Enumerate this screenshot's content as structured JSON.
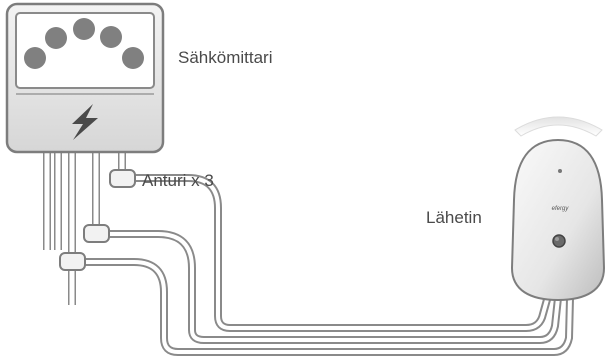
{
  "labels": {
    "meter": "Sähkömittari",
    "sensors": "Anturi x 3",
    "transmitter": "Lähetin",
    "transmitter_logo": "efergy"
  },
  "colors": {
    "background": "#ffffff",
    "meter_body": "#e9e9e9",
    "meter_outline": "#7d7d7d",
    "meter_dial": "#808080",
    "cable_outline": "#8a8a8a",
    "cable_fill": "#ffffff",
    "transmitter_body": "#efefef",
    "label_text": "#4a4a4a"
  },
  "icons": {
    "meter_symbol": "lightning-bolt-icon"
  }
}
